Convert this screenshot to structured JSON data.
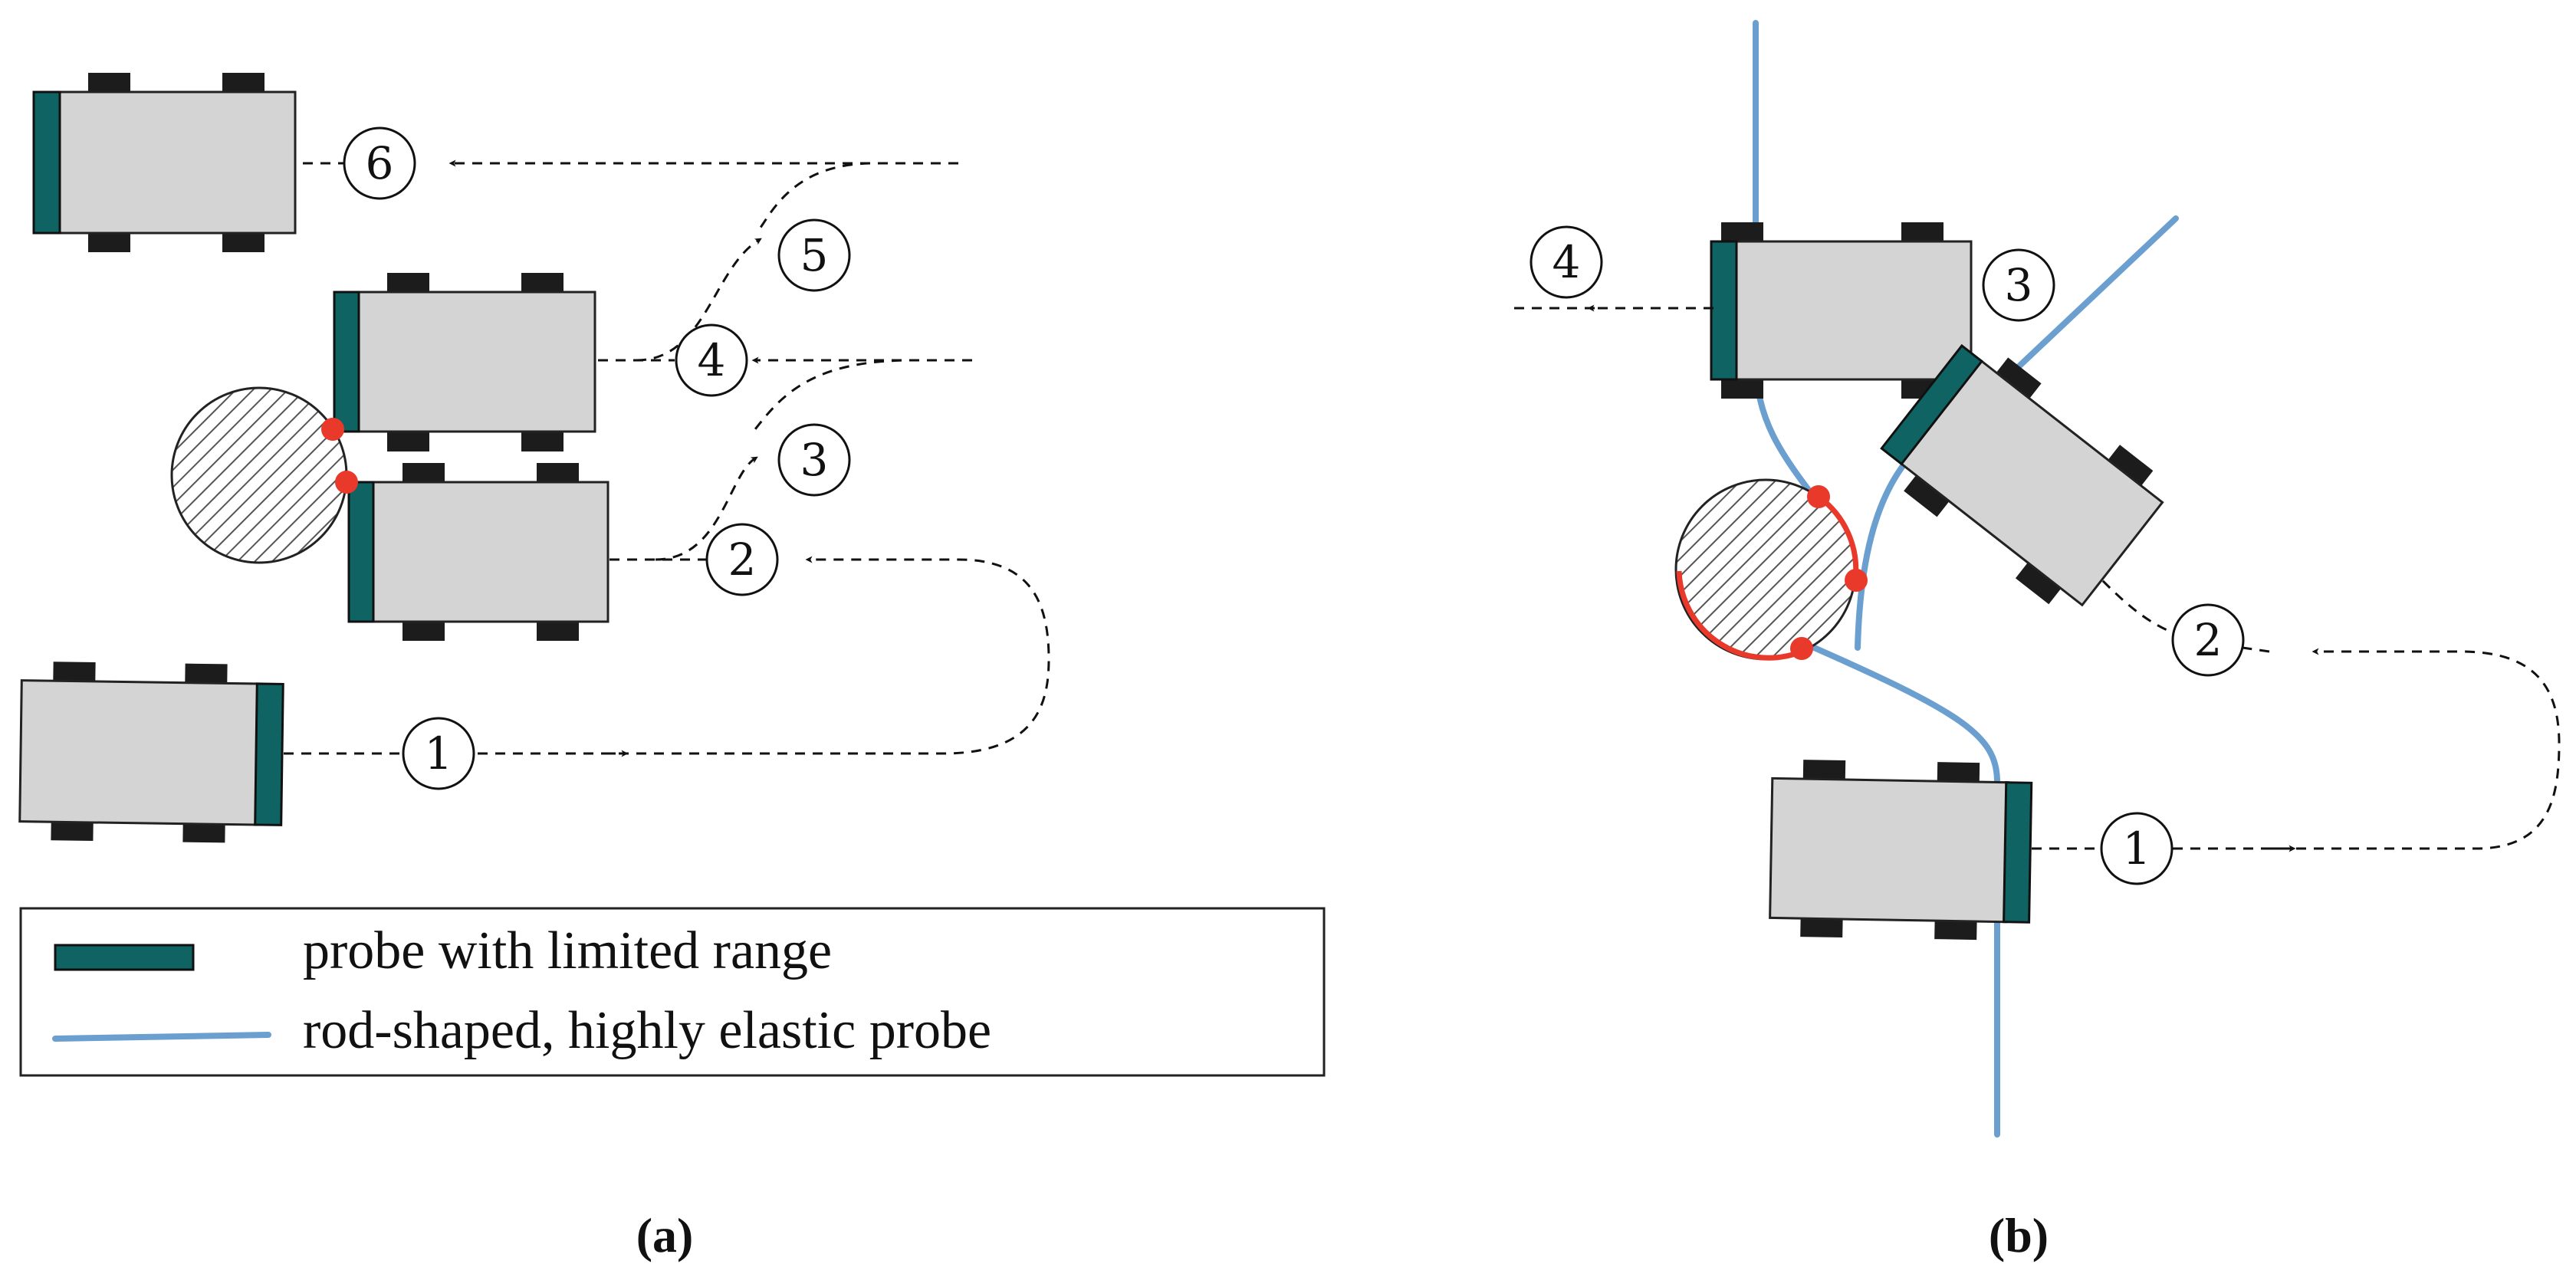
{
  "legend": {
    "probe_limited": "probe with limited range",
    "probe_rod": "rod-shaped, highly elastic probe"
  },
  "captions": {
    "a": "(a)",
    "b": "(b)"
  },
  "panel_a": {
    "steps": [
      "1",
      "2",
      "3",
      "4",
      "5",
      "6"
    ]
  },
  "panel_b": {
    "steps": [
      "1",
      "2",
      "3",
      "4"
    ]
  },
  "colors": {
    "robot_body": "#d4d4d4",
    "probe_limited": "#0f6363",
    "probe_rod": "#6a9fcf",
    "contact": "#e8392a"
  }
}
